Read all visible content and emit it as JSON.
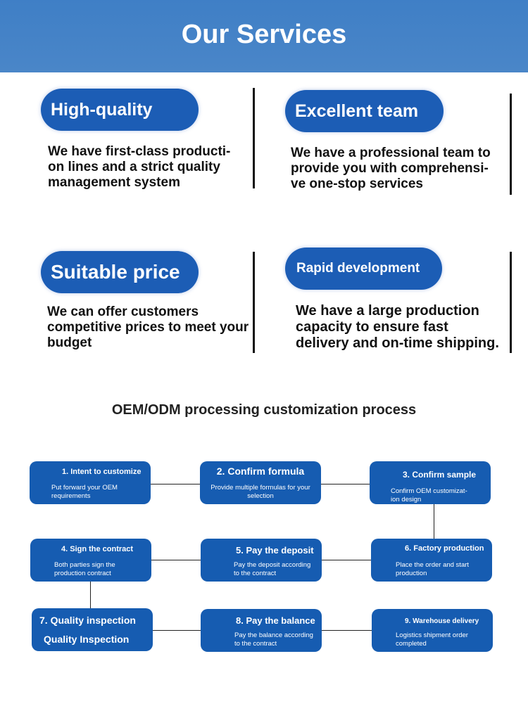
{
  "header": {
    "title": "Our Services"
  },
  "services": [
    {
      "title": "High-quality",
      "text": "We have first-class producti-\non lines and a strict quality\nmanagement system"
    },
    {
      "title": "Excellent team",
      "text": "We have a professional team to\nprovide you with comprehensi-\nve one-stop services"
    },
    {
      "title": "Suitable price",
      "text": "We can offer customers\ncompetitive prices to meet your\nbudget"
    },
    {
      "title": "Rapid development",
      "text": "We have a large production\ncapacity to ensure fast\ndelivery and on-time shipping."
    }
  ],
  "process": {
    "title": "OEM/ODM processing customization process",
    "steps": [
      {
        "title": "1. Intent to customize",
        "text": "Put forward your OEM\nrequirements"
      },
      {
        "title": "2. Confirm formula",
        "text": "Provide multiple formulas for your\nselection"
      },
      {
        "title": "3. Confirm sample",
        "text": "Confirm OEM customizat-\nion design"
      },
      {
        "title": "4. Sign the contract",
        "text": "Both parties sign the\nproduction contract"
      },
      {
        "title": "5. Pay the deposit",
        "text": "Pay the deposit according\nto the contract"
      },
      {
        "title": "6. Factory production",
        "text": "Place the order and start\nproduction"
      },
      {
        "title": "7. Quality inspection",
        "text": "Quality Inspection"
      },
      {
        "title": "8. Pay the balance",
        "text": "Pay the balance according\nto the contract"
      },
      {
        "title": "9. Warehouse delivery",
        "text": "Logistics shipment order\ncompleted"
      }
    ]
  }
}
